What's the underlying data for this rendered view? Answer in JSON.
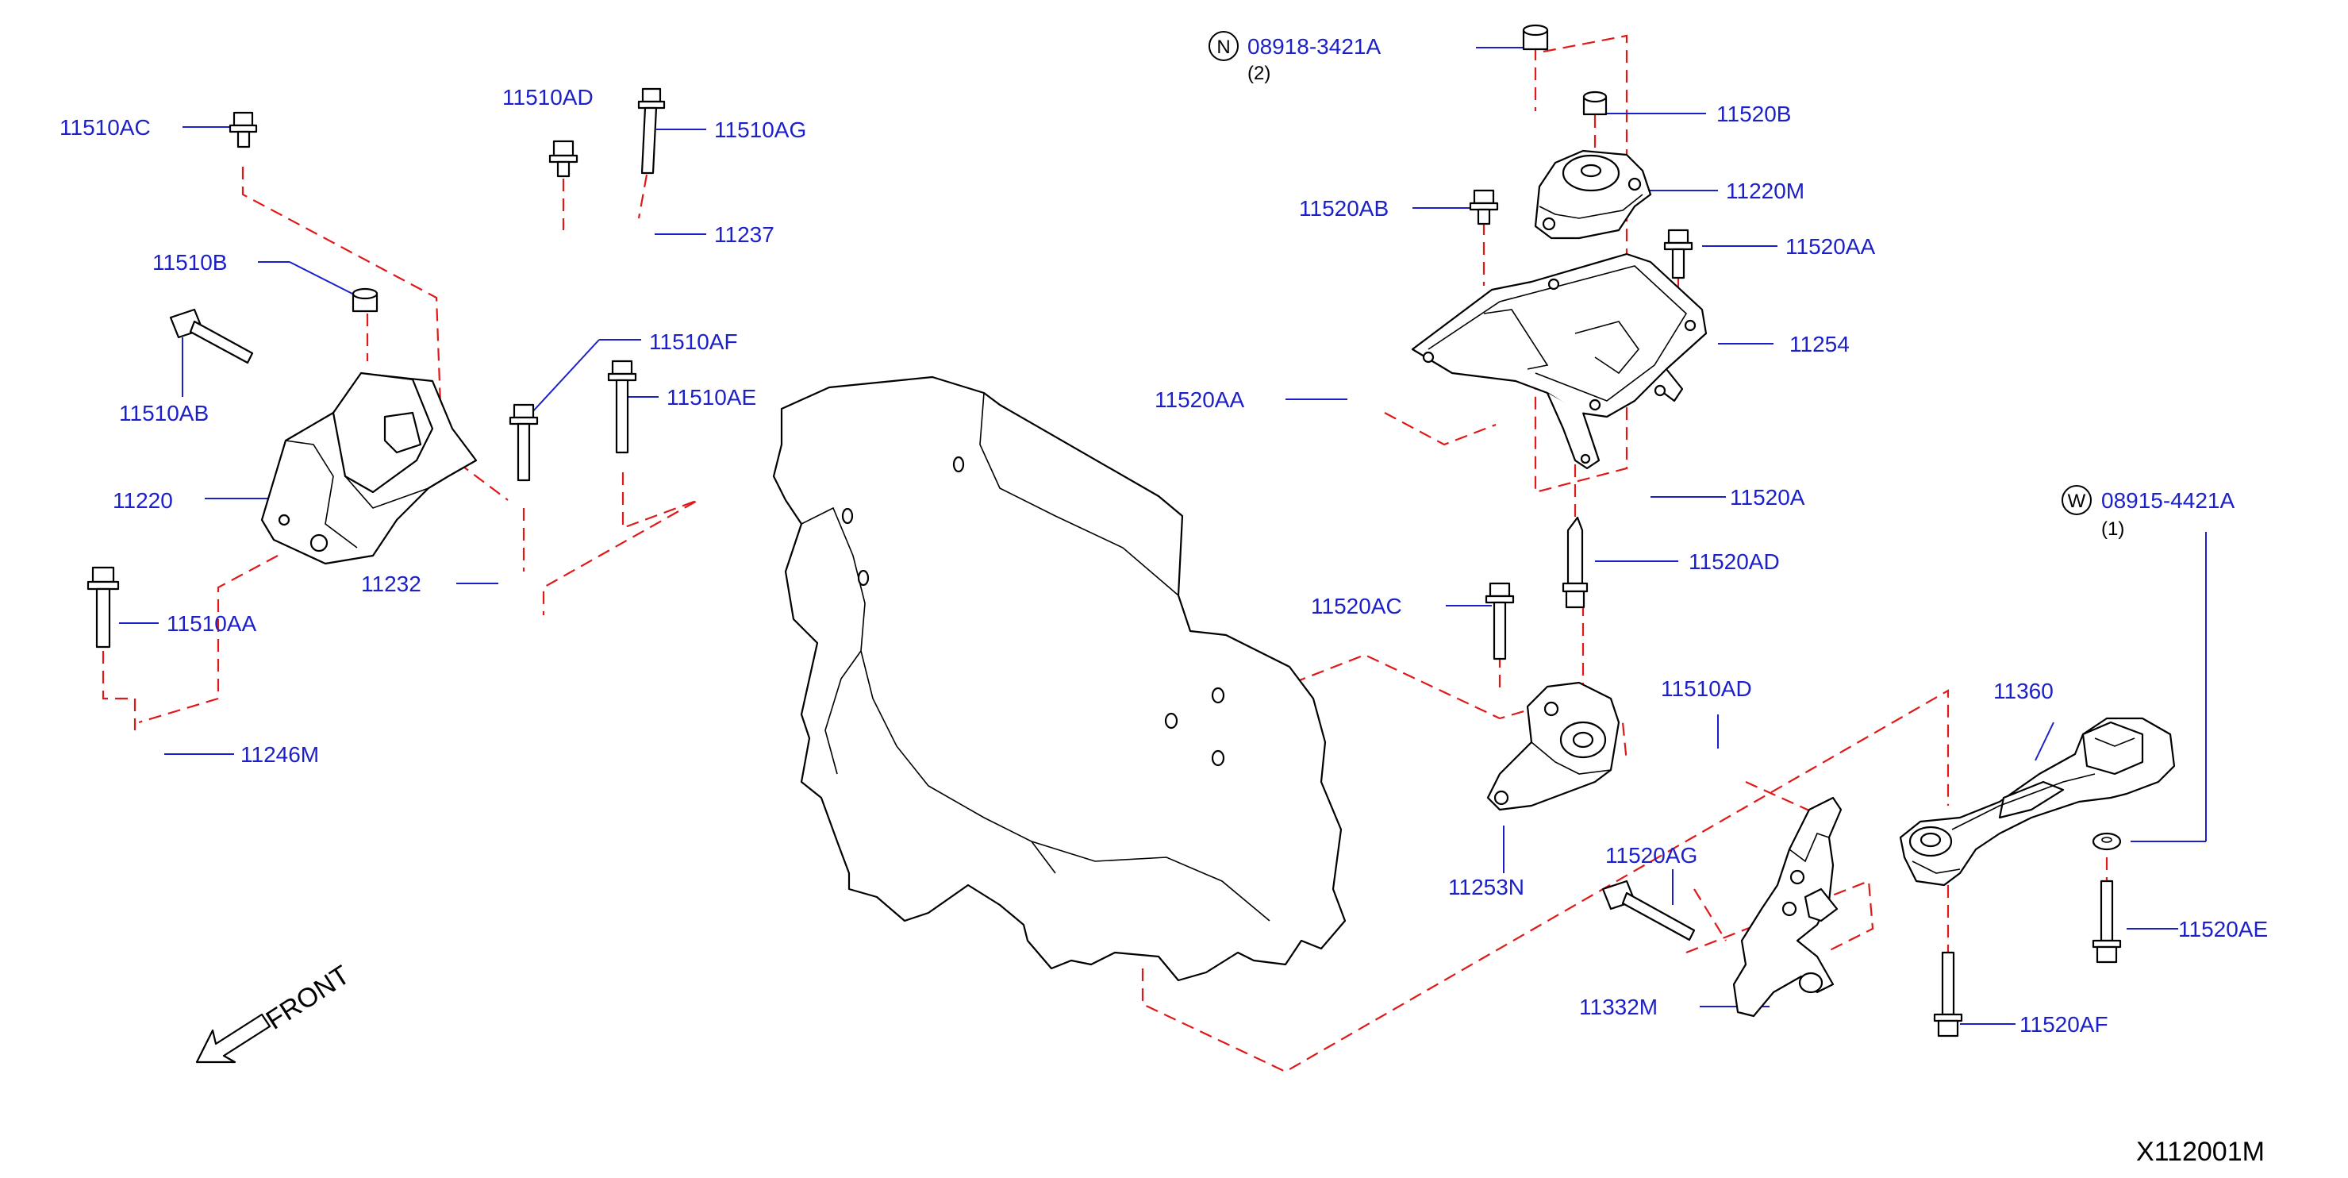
{
  "diagram": {
    "drawing_code": "X112001M",
    "front_label": "FRONT",
    "labels": [
      {
        "id": "11510AC",
        "text": "11510AC"
      },
      {
        "id": "11510AD-top",
        "text": "11510AD"
      },
      {
        "id": "11510AG",
        "text": "11510AG"
      },
      {
        "id": "11237",
        "text": "11237"
      },
      {
        "id": "11510B",
        "text": "11510B"
      },
      {
        "id": "11510AB",
        "text": "11510AB"
      },
      {
        "id": "11510AF",
        "text": "11510AF"
      },
      {
        "id": "11510AE",
        "text": "11510AE"
      },
      {
        "id": "11220",
        "text": "11220"
      },
      {
        "id": "11232",
        "text": "11232"
      },
      {
        "id": "11510AA",
        "text": "11510AA"
      },
      {
        "id": "11246M",
        "text": "11246M"
      },
      {
        "id": "08918-3421A",
        "text": "08918-3421A",
        "prefix": "N",
        "qty": "(2)"
      },
      {
        "id": "11520B",
        "text": "11520B"
      },
      {
        "id": "11220M",
        "text": "11220M"
      },
      {
        "id": "11520AB",
        "text": "11520AB"
      },
      {
        "id": "11520AA-right",
        "text": "11520AA"
      },
      {
        "id": "11254",
        "text": "11254"
      },
      {
        "id": "11520AA-left",
        "text": "11520AA"
      },
      {
        "id": "11520A",
        "text": "11520A"
      },
      {
        "id": "11520AD",
        "text": "11520AD"
      },
      {
        "id": "11520AC",
        "text": "11520AC"
      },
      {
        "id": "08915-4421A",
        "text": "08915-4421A",
        "prefix": "W",
        "qty": "(1)"
      },
      {
        "id": "11510AD-bottom",
        "text": "11510AD"
      },
      {
        "id": "11360",
        "text": "11360"
      },
      {
        "id": "11253N",
        "text": "11253N"
      },
      {
        "id": "11520AG",
        "text": "11520AG"
      },
      {
        "id": "11520AE",
        "text": "11520AE"
      },
      {
        "id": "11332M",
        "text": "11332M"
      },
      {
        "id": "11520AF",
        "text": "11520AF"
      }
    ]
  },
  "colors": {
    "label": "#1c20c8",
    "dashed_line": "#e01818",
    "outline": "#000000"
  }
}
